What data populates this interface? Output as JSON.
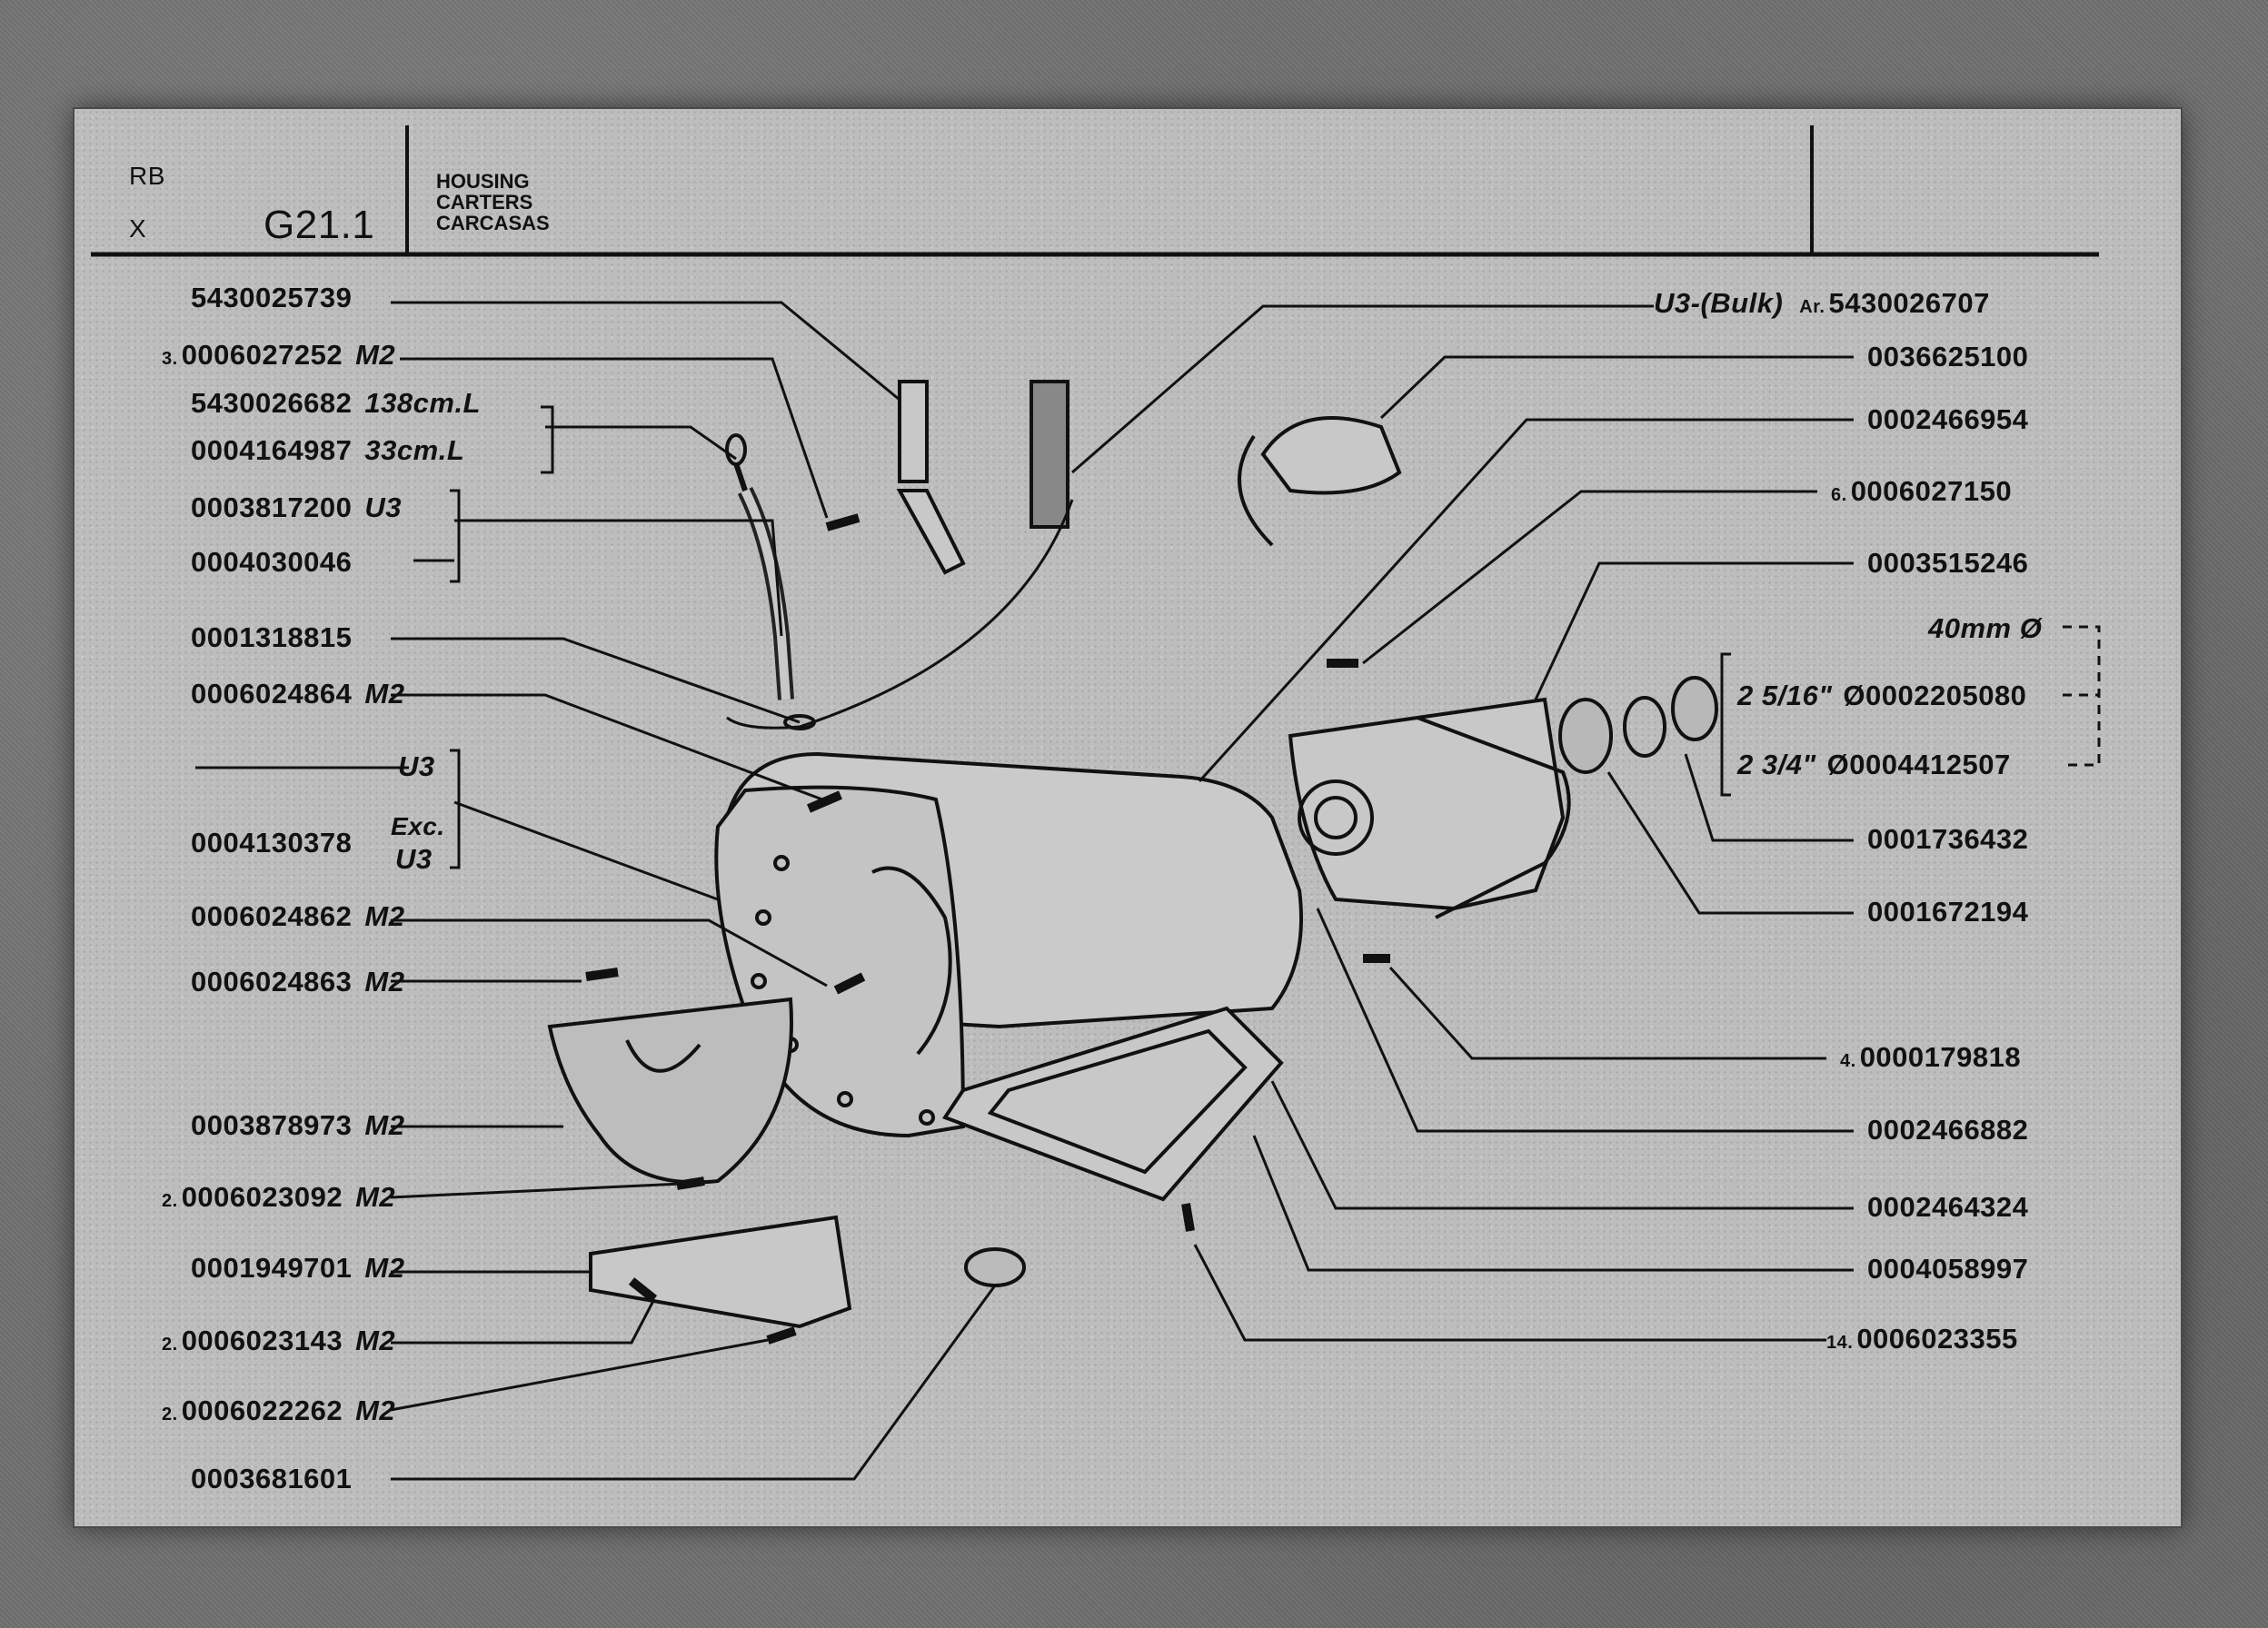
{
  "header": {
    "corner_top": "RB",
    "corner_bottom": "X",
    "section": "G21.1",
    "titles": [
      "HOUSING",
      "CARTERS",
      "CARCASAS"
    ]
  },
  "left_parts": [
    {
      "qty": "",
      "number": "5430025739",
      "note": ""
    },
    {
      "qty": "3.",
      "number": "0006027252",
      "note": "M2"
    },
    {
      "qty": "",
      "number": "5430026682",
      "note": "138cm.L"
    },
    {
      "qty": "",
      "number": "0004164987",
      "note": "33cm.L"
    },
    {
      "qty": "",
      "number": "0003817200",
      "note": "U3"
    },
    {
      "qty": "",
      "number": "0004030046",
      "note": ""
    },
    {
      "qty": "",
      "number": "0001318815",
      "note": ""
    },
    {
      "qty": "",
      "number": "0006024864",
      "note": "M2"
    },
    {
      "qty": "",
      "number": "",
      "note": "U3"
    },
    {
      "qty": "",
      "number": "0004130378",
      "note": "Exc."
    },
    {
      "qty": "",
      "number": "",
      "note": "U3"
    },
    {
      "qty": "",
      "number": "0006024862",
      "note": "M2"
    },
    {
      "qty": "",
      "number": "0006024863",
      "note": "M2"
    },
    {
      "qty": "",
      "number": "0003878973",
      "note": "M2"
    },
    {
      "qty": "2.",
      "number": "0006023092",
      "note": "M2"
    },
    {
      "qty": "",
      "number": "0001949701",
      "note": "M2"
    },
    {
      "qty": "2.",
      "number": "0006023143",
      "note": "M2"
    },
    {
      "qty": "2.",
      "number": "0006022262",
      "note": "M2"
    },
    {
      "qty": "",
      "number": "0003681601",
      "note": ""
    }
  ],
  "right_parts": [
    {
      "prefix": "U3-(Bulk)",
      "qty": "Ar.",
      "number": "5430026707"
    },
    {
      "prefix": "",
      "qty": "",
      "number": "0036625100"
    },
    {
      "prefix": "",
      "qty": "",
      "number": "0002466954"
    },
    {
      "prefix": "",
      "qty": "6.",
      "number": "0006027150"
    },
    {
      "prefix": "",
      "qty": "",
      "number": "0003515246"
    },
    {
      "prefix": "",
      "qty": "",
      "number": "40mm Ø"
    },
    {
      "prefix": "2 5/16\"",
      "qty": "Ø",
      "number": "0002205080"
    },
    {
      "prefix": "2 3/4\"",
      "qty": "Ø",
      "number": "0004412507"
    },
    {
      "prefix": "",
      "qty": "",
      "number": "0001736432"
    },
    {
      "prefix": "",
      "qty": "",
      "number": "0001672194"
    },
    {
      "prefix": "",
      "qty": "4.",
      "number": "0000179818"
    },
    {
      "prefix": "",
      "qty": "",
      "number": "0002466882"
    },
    {
      "prefix": "",
      "qty": "",
      "number": "0002464324"
    },
    {
      "prefix": "",
      "qty": "",
      "number": "0004058997"
    },
    {
      "prefix": "",
      "qty": "14.",
      "number": "0006023355"
    }
  ]
}
